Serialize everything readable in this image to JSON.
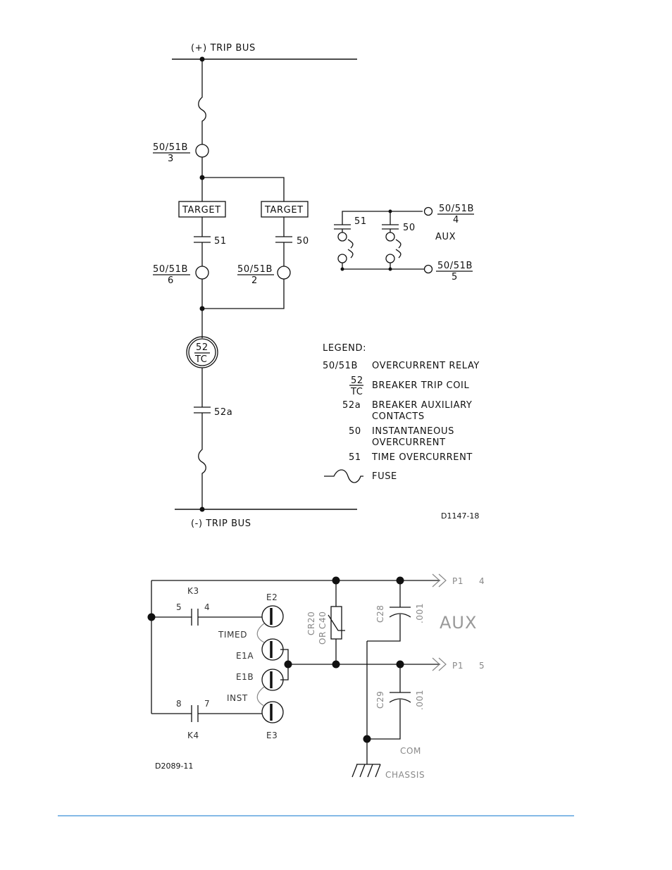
{
  "top_diagram": {
    "pos_bus": "(+) TRIP BUS",
    "neg_bus": "(-) TRIP BUS",
    "t3_num": "50/51B",
    "t3_den": "3",
    "t6_num": "50/51B",
    "t6_den": "6",
    "t2_num": "50/51B",
    "t2_den": "2",
    "t4_num": "50/51B",
    "t4_den": "4",
    "t5_num": "50/51B",
    "t5_den": "5",
    "target_left": "TARGET",
    "target_right": "TARGET",
    "contact_51": "51",
    "contact_50": "50",
    "aux_contact_51": "51",
    "aux_contact_50": "50",
    "aux_label": "AUX",
    "coil_num": "52",
    "coil_den": "TC",
    "contact_52a": "52a",
    "drawing_id": "D1147-18"
  },
  "legend": {
    "title": "LEGEND:",
    "items": [
      {
        "symbol": "50/51B",
        "desc": "OVERCURRENT RELAY"
      },
      {
        "symbol_num": "52",
        "symbol_den": "TC",
        "desc": "BREAKER TRIP COIL"
      },
      {
        "symbol": "52a",
        "desc": "BREAKER AUXILIARY",
        "desc2": "CONTACTS"
      },
      {
        "symbol": "50",
        "desc": "INSTANTANEOUS",
        "desc2": "OVERCURRENT"
      },
      {
        "symbol": "51",
        "desc": "TIME OVERCURRENT"
      },
      {
        "desc": "FUSE"
      }
    ]
  },
  "bottom_diagram": {
    "k3": "K3",
    "k3_left": "5",
    "k3_right": "4",
    "k4": "K4",
    "k4_left": "8",
    "k4_right": "7",
    "e2": "E2",
    "timed": "TIMED",
    "e1a": "E1A",
    "e1b": "E1B",
    "inst": "INST",
    "e3": "E3",
    "cr20": "CR20",
    "or": "OR",
    "c40": "C40",
    "c28": "C28",
    "c28_val": ".001",
    "c29": "C29",
    "c29_val": ".001",
    "aux": "AUX",
    "p1_4_a": "P1",
    "p1_4_b": "4",
    "p1_5_a": "P1",
    "p1_5_b": "5",
    "com": "COM",
    "chassis": "CHASSIS",
    "drawing_id": "D2089-11"
  },
  "colors": {
    "footer_rule": "#3a8fd6"
  }
}
